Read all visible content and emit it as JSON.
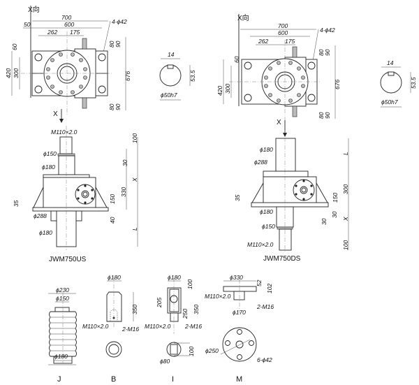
{
  "colors": {
    "line": "#222222",
    "background": "#ffffff"
  },
  "plan_left": {
    "view": "X向",
    "d700": "700",
    "d600": "600",
    "d50": "50",
    "d262": "262",
    "d175": "175",
    "holes": "4-ϕ42",
    "d80a": "80",
    "d90a": "90",
    "d80b": "80",
    "d90b": "90",
    "d60": "60",
    "d420": "420",
    "d300": "300",
    "d676": "676",
    "arrow": "X"
  },
  "shaft_left": {
    "d14": "14",
    "d535": "53.5",
    "dia": "ϕ50h7"
  },
  "plan_right": {
    "view": "X向",
    "d700": "700",
    "d600": "600",
    "d262": "262",
    "d175": "175",
    "holes": "4-ϕ42",
    "d80a": "80",
    "d90a": "90",
    "d80b": "80",
    "d90b": "90",
    "d60": "60",
    "d420": "420",
    "d300": "300",
    "d676": "676",
    "arrow": "X"
  },
  "shaft_right": {
    "d14": "14",
    "d535": "53.5",
    "dia": "ϕ50h7"
  },
  "elev_us": {
    "thread": "M110×2.0",
    "d150": "ϕ150",
    "d180": "ϕ180",
    "d288": "ϕ288",
    "d180b": "ϕ180",
    "d100": "100",
    "d30": "30",
    "x": "X",
    "d330": "330",
    "d150h": "150",
    "d35": "35",
    "d40": "40",
    "L": "L",
    "model": "JWM750US"
  },
  "elev_ds": {
    "d180": "ϕ180",
    "d288": "ϕ288",
    "d180b": "ϕ180",
    "d150": "ϕ150",
    "thread": "M110×2.0",
    "L": "L",
    "d300": "300",
    "d150h": "150",
    "d35": "35",
    "d30": "30",
    "x": "X",
    "d30b": "30",
    "d100": "100",
    "model": "JWM750DS"
  },
  "detail_j": {
    "d230": "ϕ230",
    "d150": "ϕ150",
    "d180": "ϕ180",
    "label": "J"
  },
  "detail_b": {
    "d180": "ϕ180",
    "d350": "350",
    "thread": "M110×2.0",
    "bolts": "2-M16",
    "label": "B"
  },
  "detail_i": {
    "d180": "ϕ180",
    "d100": "100",
    "d205": "205",
    "d250": "250",
    "d350": "350",
    "thread": "M110×2.0",
    "bolts": "2-M16",
    "d100b": "100",
    "d80": "ϕ80",
    "label": "I"
  },
  "detail_m": {
    "d330": "ϕ330",
    "d52": "52",
    "d102": "102",
    "thread": "M110×2.0",
    "bolts": "2-M16",
    "d170": "ϕ170",
    "d250": "ϕ250",
    "holes": "6-ϕ42",
    "label": "M"
  }
}
